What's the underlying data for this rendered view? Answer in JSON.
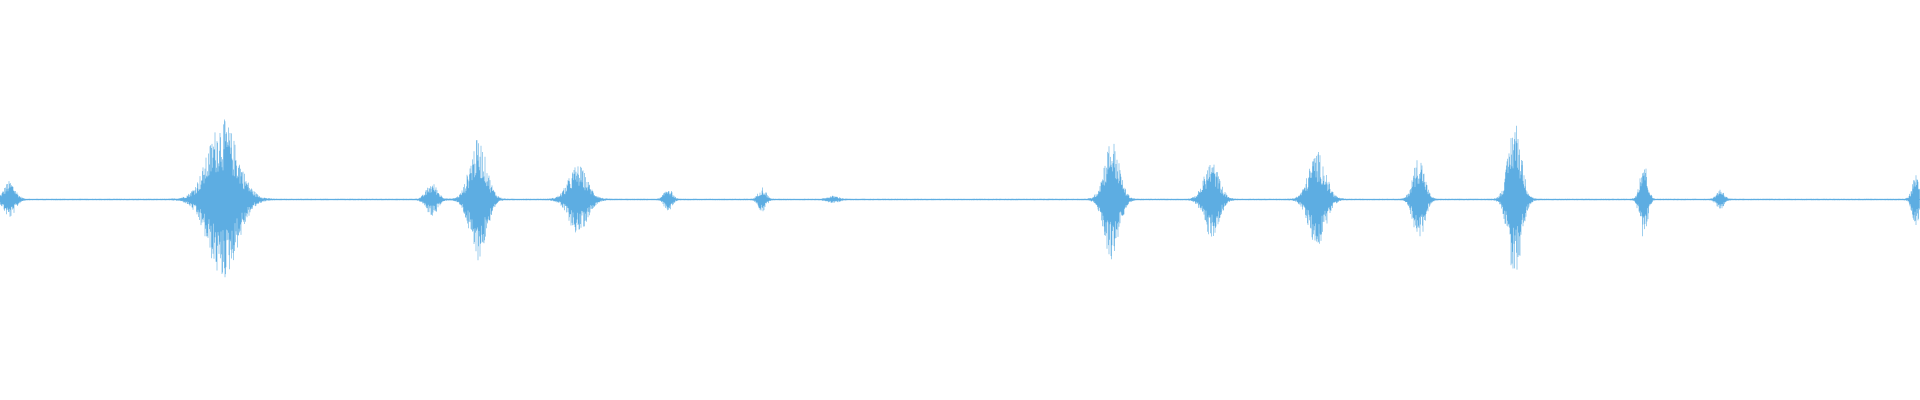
{
  "waveform": {
    "color": "#5DADE2",
    "background": "#FFFFFF",
    "baseline_amplitude": 0.004,
    "bursts": [
      {
        "position": 0.005,
        "width": 0.006,
        "amplitude": 0.09
      },
      {
        "position": 0.116,
        "width": 0.016,
        "amplitude": 0.4
      },
      {
        "position": 0.225,
        "width": 0.006,
        "amplitude": 0.08
      },
      {
        "position": 0.249,
        "width": 0.009,
        "amplitude": 0.3
      },
      {
        "position": 0.301,
        "width": 0.01,
        "amplitude": 0.17
      },
      {
        "position": 0.348,
        "width": 0.004,
        "amplitude": 0.06
      },
      {
        "position": 0.397,
        "width": 0.004,
        "amplitude": 0.06
      },
      {
        "position": 0.434,
        "width": 0.006,
        "amplitude": 0.015
      },
      {
        "position": 0.579,
        "width": 0.008,
        "amplitude": 0.3
      },
      {
        "position": 0.631,
        "width": 0.008,
        "amplitude": 0.19
      },
      {
        "position": 0.686,
        "width": 0.009,
        "amplitude": 0.24
      },
      {
        "position": 0.739,
        "width": 0.006,
        "amplitude": 0.22
      },
      {
        "position": 0.789,
        "width": 0.007,
        "amplitude": 0.4
      },
      {
        "position": 0.856,
        "width": 0.004,
        "amplitude": 0.2
      },
      {
        "position": 0.896,
        "width": 0.004,
        "amplitude": 0.05
      },
      {
        "position": 0.998,
        "width": 0.004,
        "amplitude": 0.13
      }
    ]
  }
}
